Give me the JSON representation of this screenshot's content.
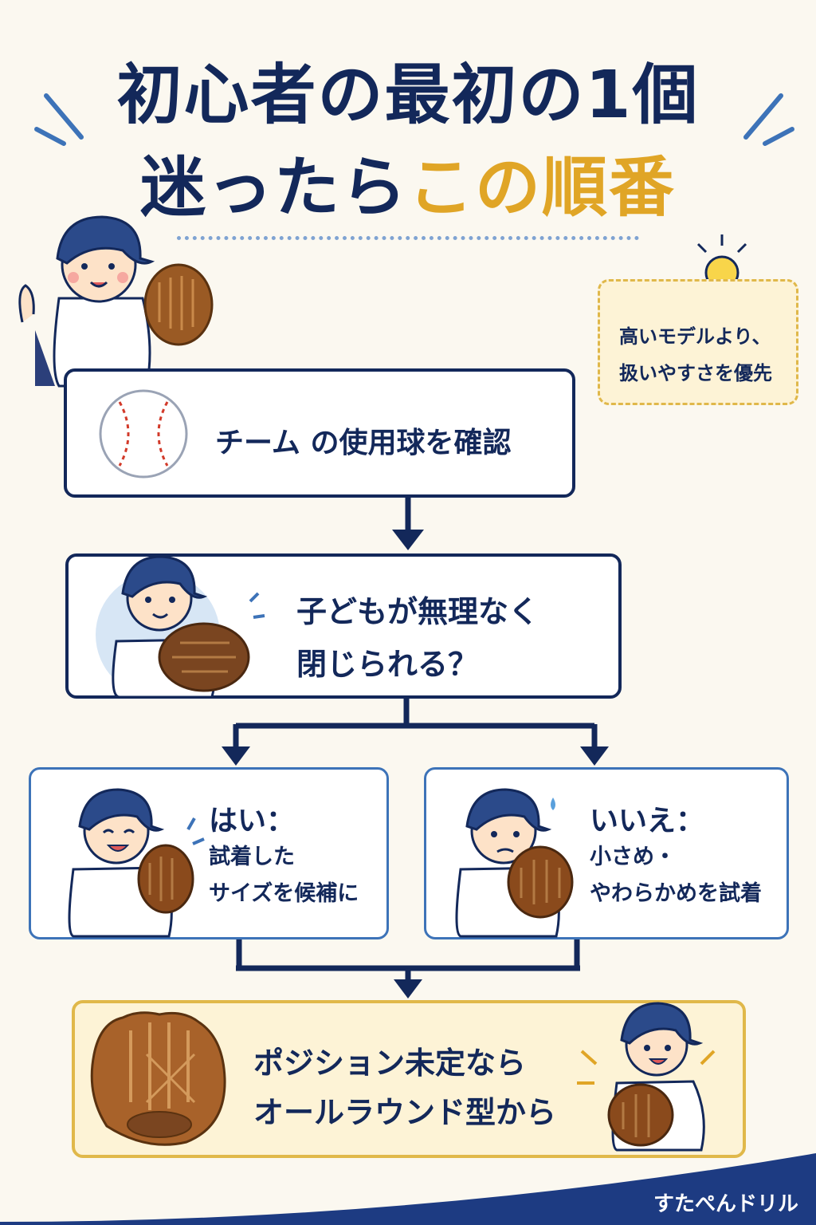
{
  "title": {
    "line1": "初心者の最初の1個",
    "line2_prefix": "迷ったら",
    "line2_highlight": "この順番"
  },
  "tip": {
    "line1": "高いモデルより、",
    "line2": "扱いやすさを優先",
    "icon": "lightbulb-icon"
  },
  "steps": {
    "check_ball": "チーム の使用球を確認",
    "can_close_line1": "子どもが無理なく",
    "can_close_line2": "閉じられる？"
  },
  "branches": {
    "yes_heading": "はい：",
    "yes_line1": "試着した",
    "yes_line2": "サイズを候補に",
    "no_heading": "いいえ：",
    "no_line1": "小さめ・",
    "no_line2": "やわらかめを試着"
  },
  "final": {
    "line1": "ポジション未定なら",
    "line2": "オールラウンド型から"
  },
  "brand": "すたぺんドリル",
  "colors": {
    "navy": "#13285a",
    "gold": "#e0a526",
    "cream": "#fbf8f0",
    "glove_brown": "#9a5a24"
  }
}
